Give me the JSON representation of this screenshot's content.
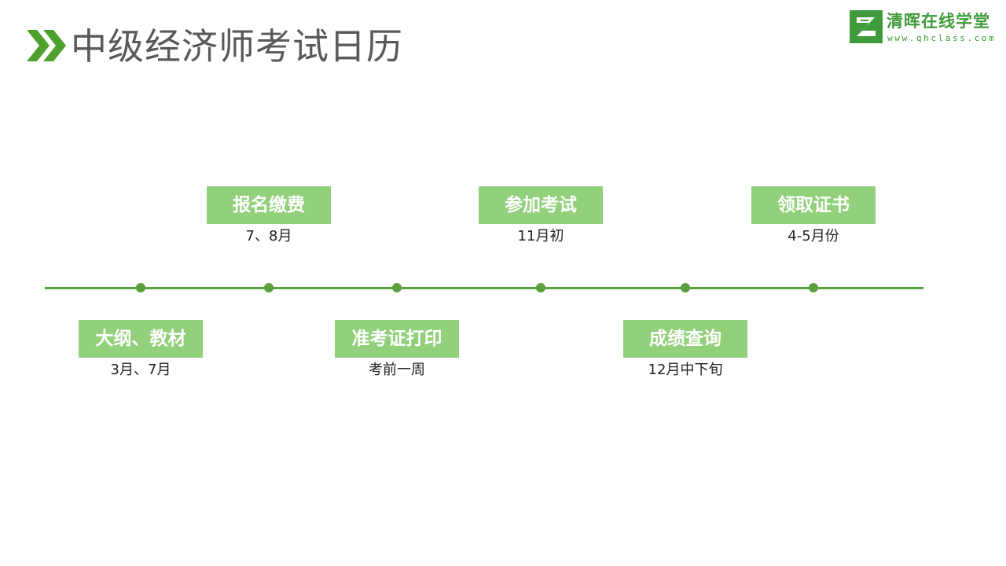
{
  "header": {
    "title": "中级经济师考试日历",
    "chevron_icon": "double-chevron-right-icon",
    "accent_color": "#4ea12c"
  },
  "logo": {
    "name": "清晖在线学堂",
    "url": "www.qhclass.com",
    "color": "#3e9a3a"
  },
  "timeline": {
    "line_color": "#5aa03e",
    "box_color": "#93d07b",
    "events": [
      {
        "label": "大纲、教材",
        "date": "3月、7月"
      },
      {
        "label": "报名缴费",
        "date": "7、8月"
      },
      {
        "label": "准考证打印",
        "date": "考前一周"
      },
      {
        "label": "参加考试",
        "date": "11月初"
      },
      {
        "label": "成绩查询",
        "date": "12月中下旬"
      },
      {
        "label": "领取证书",
        "date": "4-5月份"
      }
    ]
  }
}
